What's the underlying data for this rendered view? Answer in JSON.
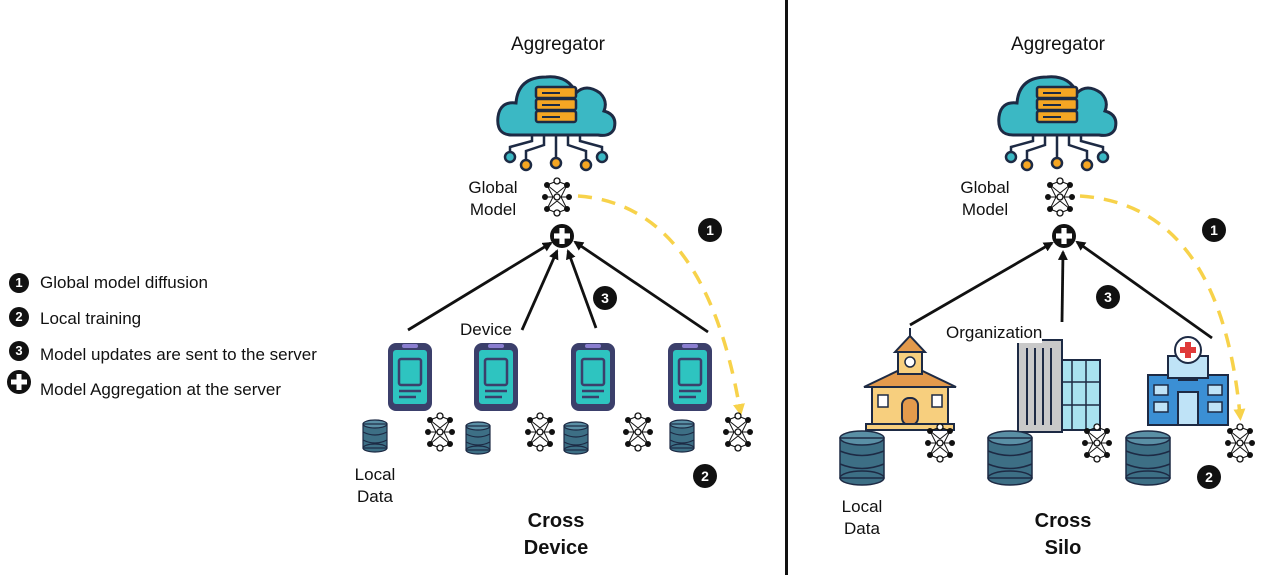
{
  "legend": {
    "items": [
      {
        "marker": "1",
        "text": "Global model diffusion"
      },
      {
        "marker": "2",
        "text": "Local training"
      },
      {
        "marker": "3",
        "text": "Model updates are sent to the server"
      },
      {
        "marker": "plus-icon",
        "text": "Model Aggregation at the server"
      }
    ]
  },
  "cross_device": {
    "aggregator": "Aggregator",
    "global_model": [
      "Global",
      "Model"
    ],
    "device_label": "Device",
    "local_data": [
      "Local",
      "Data"
    ],
    "title": [
      "Cross",
      "Device"
    ],
    "steps": [
      "1",
      "2",
      "3"
    ]
  },
  "cross_silo": {
    "aggregator": "Aggregator",
    "global_model": [
      "Global",
      "Model"
    ],
    "org_label": "Organization",
    "local_data": [
      "Local",
      "Data"
    ],
    "title": [
      "Cross",
      "Silo"
    ],
    "steps": [
      "1",
      "2",
      "3"
    ]
  },
  "colors": {
    "cloud": "#3bb8c4",
    "server": "#f5a623",
    "phone": "#2ec4c0",
    "phone_frame": "#3b3f6b",
    "database": "#3d6f85",
    "dashed_arrow": "#f7d24a",
    "divider": "#111111"
  }
}
